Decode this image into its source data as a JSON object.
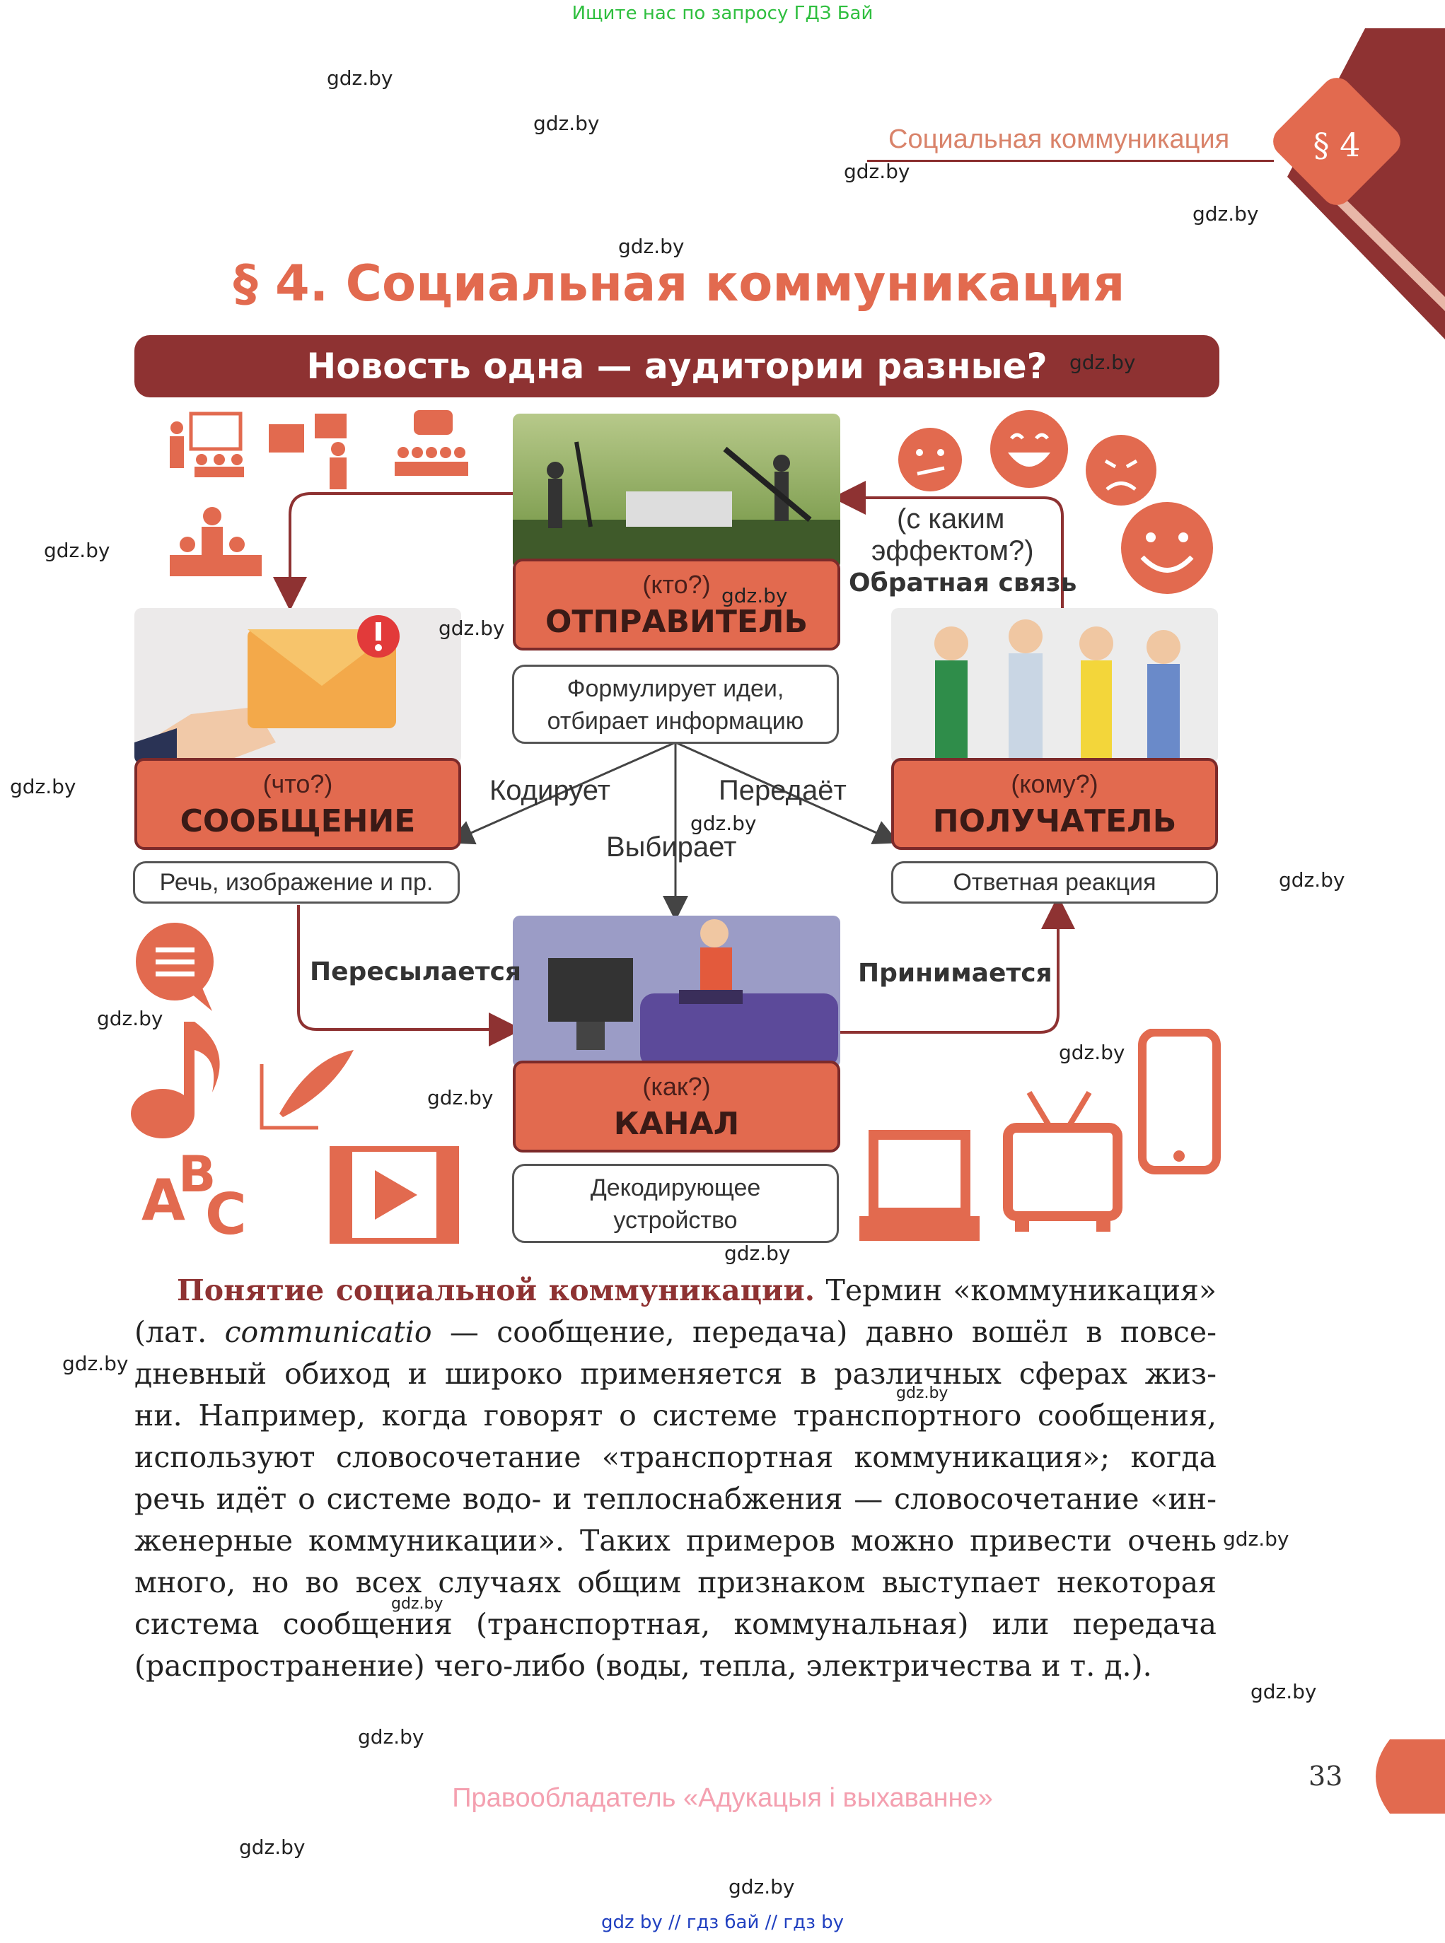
{
  "header": {
    "top_notice": "Ищите нас по запросу ГДЗ Бай",
    "running_title": "Социальная коммуникация",
    "section_badge": "§ 4"
  },
  "title": "§ 4. Социальная коммуникация",
  "question_banner": "Новость одна — аудитории разные?",
  "diagram": {
    "sender": {
      "question": "(кто?)",
      "name": "ОТПРАВИТЕЛЬ",
      "description_1": "Формулирует идеи,",
      "description_2": "отбирает информацию"
    },
    "message": {
      "question": "(что?)",
      "name": "СООБЩЕНИЕ",
      "description": "Речь, изображение и пр."
    },
    "receiver": {
      "question": "(кому?)",
      "name": "ПОЛУЧАТЕЛЬ",
      "description": "Ответная реакция"
    },
    "channel": {
      "question": "(как?)",
      "name": "КАНАЛ",
      "description_1": "Декодирующее",
      "description_2": "устройство"
    },
    "labels": {
      "encodes": "Кодирует",
      "transmits": "Передаёт",
      "chooses": "Выбирает",
      "forwarded": "Пересылается",
      "received": "Принимается",
      "effect_1": "(с каким",
      "effect_2": "эффектом?)",
      "feedback": "Обратная связь"
    },
    "icons": [
      "presentation-icon",
      "group-icon",
      "audience-icon",
      "crowd-icon",
      "speech-bubble-icon",
      "music-note-icon",
      "quill-icon",
      "abc-letters-icon",
      "video-film-icon",
      "laptop-icon",
      "tv-icon",
      "smartphone-icon",
      "emoji-confused-icon",
      "emoji-happy-icon",
      "emoji-angry-icon",
      "emoji-smile-icon"
    ]
  },
  "body": {
    "lead": "Понятие социальной коммуникации.",
    "line_1": " Термин «коммуникация»",
    "line_2_pre": "(лат. ",
    "line_2_term": "communicatio",
    "line_2_post": " — сообщение, передача) давно вошёл в повсе-",
    "line_3": "дневный обиход и широко применяется в различных сферах жиз-",
    "line_4": "ни. Например, когда говорят о системе транспортного сообщения,",
    "line_5": "используют словосочетание «транспортная коммуникация»; когда",
    "line_6": "речь идёт о системе водо- и теплоснабжения — словосочетание «ин-",
    "line_7": "женерные коммуникации». Таких примеров можно привести очень",
    "line_8": "много, но во всех случаях общим признаком выступает некоторая",
    "line_9": "система сообщения (транспортная, коммунальная) или передача",
    "line_10": "(распространение) чего-либо (воды, тепла, электричества и т. д.)."
  },
  "page_number": "33",
  "copyright": "Правообладатель «Адукацыя і выхаванне»",
  "watermark": "gdz.by",
  "footer_links": "gdz by  //  гдз бай  //  гдз by",
  "colors": {
    "accent": "#e26a4f",
    "dark_red": "#8e3232",
    "link_blue": "#2040c0",
    "notice_green": "#2fbf3f"
  }
}
